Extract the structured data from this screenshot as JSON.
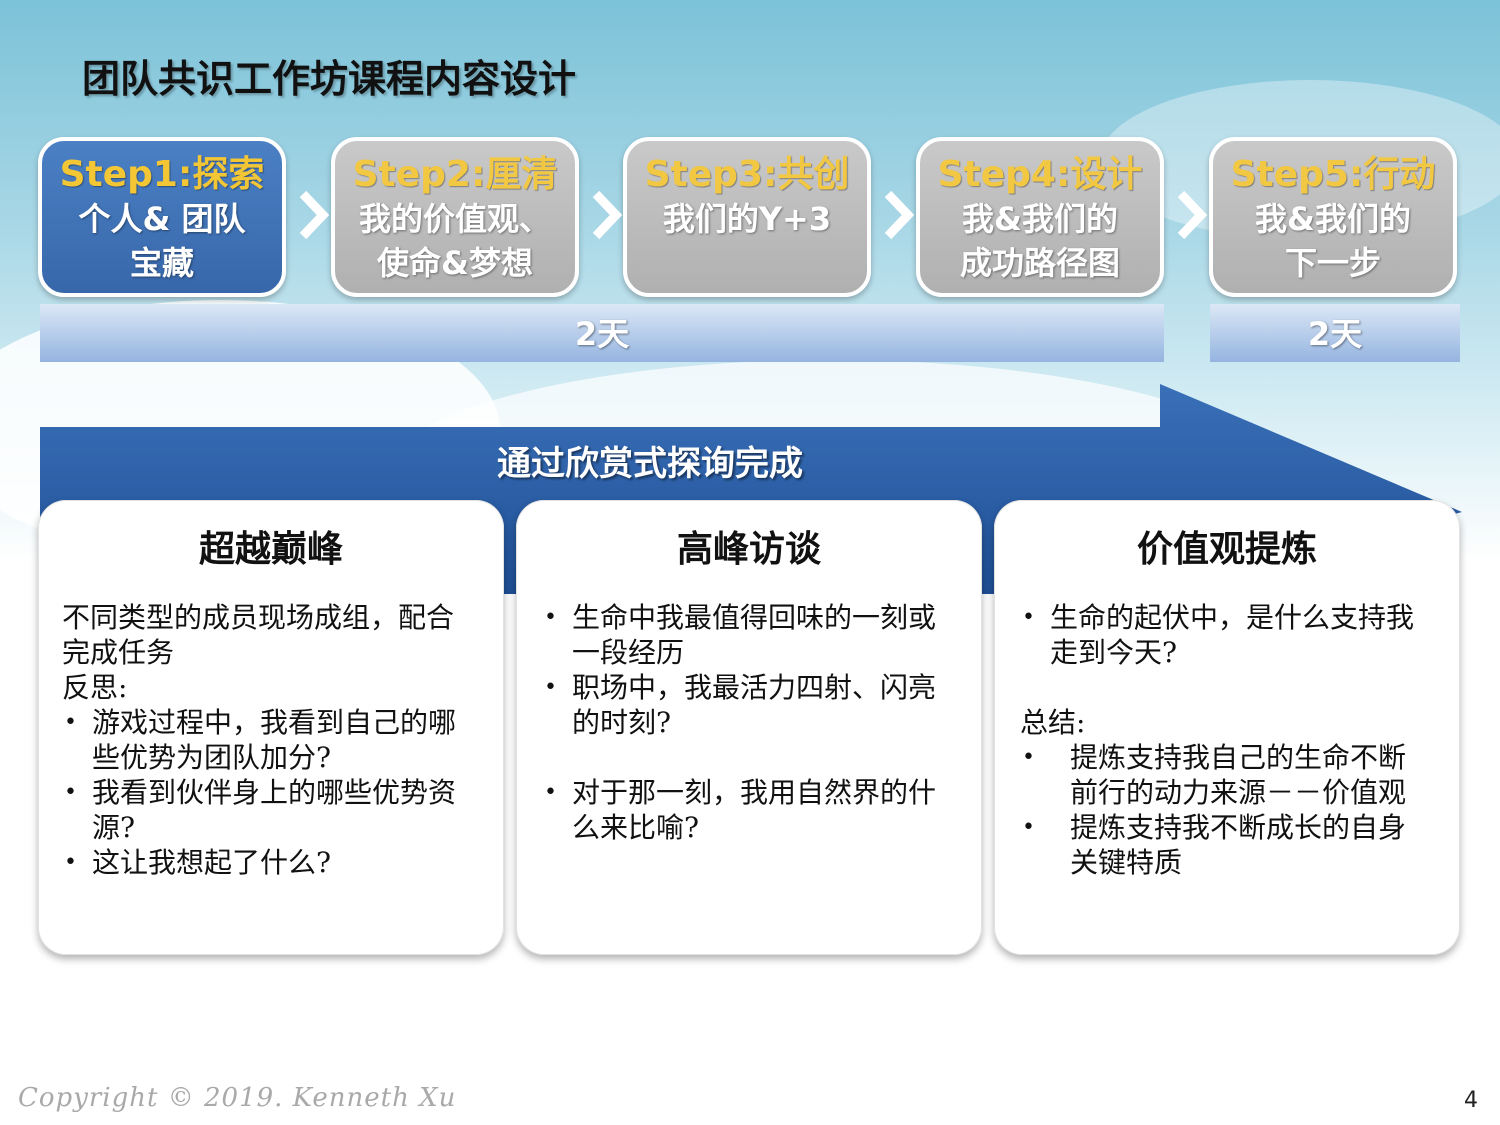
{
  "title": "团队共识工作坊课程内容设计",
  "steps": [
    {
      "head": "Step1:探索",
      "lines": [
        "个人& 团队",
        "宝藏"
      ]
    },
    {
      "head": "Step2:厘清",
      "lines": [
        "我的价值观、",
        "使命&梦想"
      ]
    },
    {
      "head": "Step3:共创",
      "lines": [
        "我们的Y+3"
      ]
    },
    {
      "head": "Step4:设计",
      "lines": [
        "我&我们的",
        "成功路径图"
      ]
    },
    {
      "head": "Step5:行动",
      "lines": [
        "我&我们的",
        "下一步"
      ]
    }
  ],
  "bands": {
    "left": "2天",
    "right": "2天"
  },
  "arrow_label": "通过欣赏式探询完成",
  "cards": [
    {
      "title": "超越巅峰",
      "intro": [
        "不同类型的成员现场成组，配合",
        "完成任务",
        "反思:"
      ],
      "bullets": [
        [
          "游戏过程中，我看到自己的哪",
          "些优势为团队加分?"
        ],
        [
          "我看到伙伴身上的哪些优势资",
          "源?"
        ],
        [
          "这让我想起了什么?"
        ]
      ]
    },
    {
      "title": "高峰访谈",
      "bullets": [
        [
          "生命中我最值得回味的一刻或",
          "一段经历"
        ],
        [
          "职场中，我最活力四射、闪亮",
          "的时刻?"
        ],
        [
          "对于那一刻，我用自然界的什",
          "么来比喻?"
        ]
      ]
    },
    {
      "title": "价值观提炼",
      "bullets": [
        [
          "生命的起伏中，是什么支持我",
          "走到今天?"
        ]
      ],
      "summary_label": "总结:",
      "summary_bullets": [
        [
          "提炼支持我自己的生命不断",
          "前行的动力来源－－价值观"
        ],
        [
          "提炼支持我不断成长的自身",
          "关键特质"
        ]
      ]
    }
  ],
  "footer": {
    "copyright": "Copyright © 2019. Kenneth Xu",
    "page": "4"
  },
  "colors": {
    "active_step": "#3f73b8",
    "inactive_step": "#bdbdbd",
    "step_head": "#f3c636",
    "arrow": "#2f63ad"
  }
}
